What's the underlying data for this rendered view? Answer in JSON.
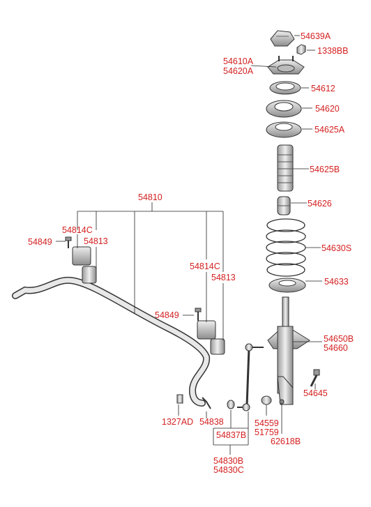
{
  "labels": {
    "p54639A": "54639A",
    "p1338BB": "1338BB",
    "p54610A": "54610A",
    "p54620A": "54620A",
    "p54612": "54612",
    "p54620": "54620",
    "p54625A": "54625A",
    "p54625B": "54625B",
    "p54626": "54626",
    "p54630S": "54630S",
    "p54633": "54633",
    "p54650B": "54650B",
    "p54660": "54660",
    "p54645": "54645",
    "p54559": "54559",
    "p51759": "51759",
    "p62618B": "62618B",
    "p54810": "54810",
    "p54814C_a": "54814C",
    "p54813_a": "54813",
    "p54849_a": "54849",
    "p54814C_b": "54814C",
    "p54813_b": "54813",
    "p54849_b": "54849",
    "p1327AD": "1327AD",
    "p54838": "54838",
    "p54837B": "54837B",
    "p54830B": "54830B",
    "p54830C": "54830C"
  }
}
